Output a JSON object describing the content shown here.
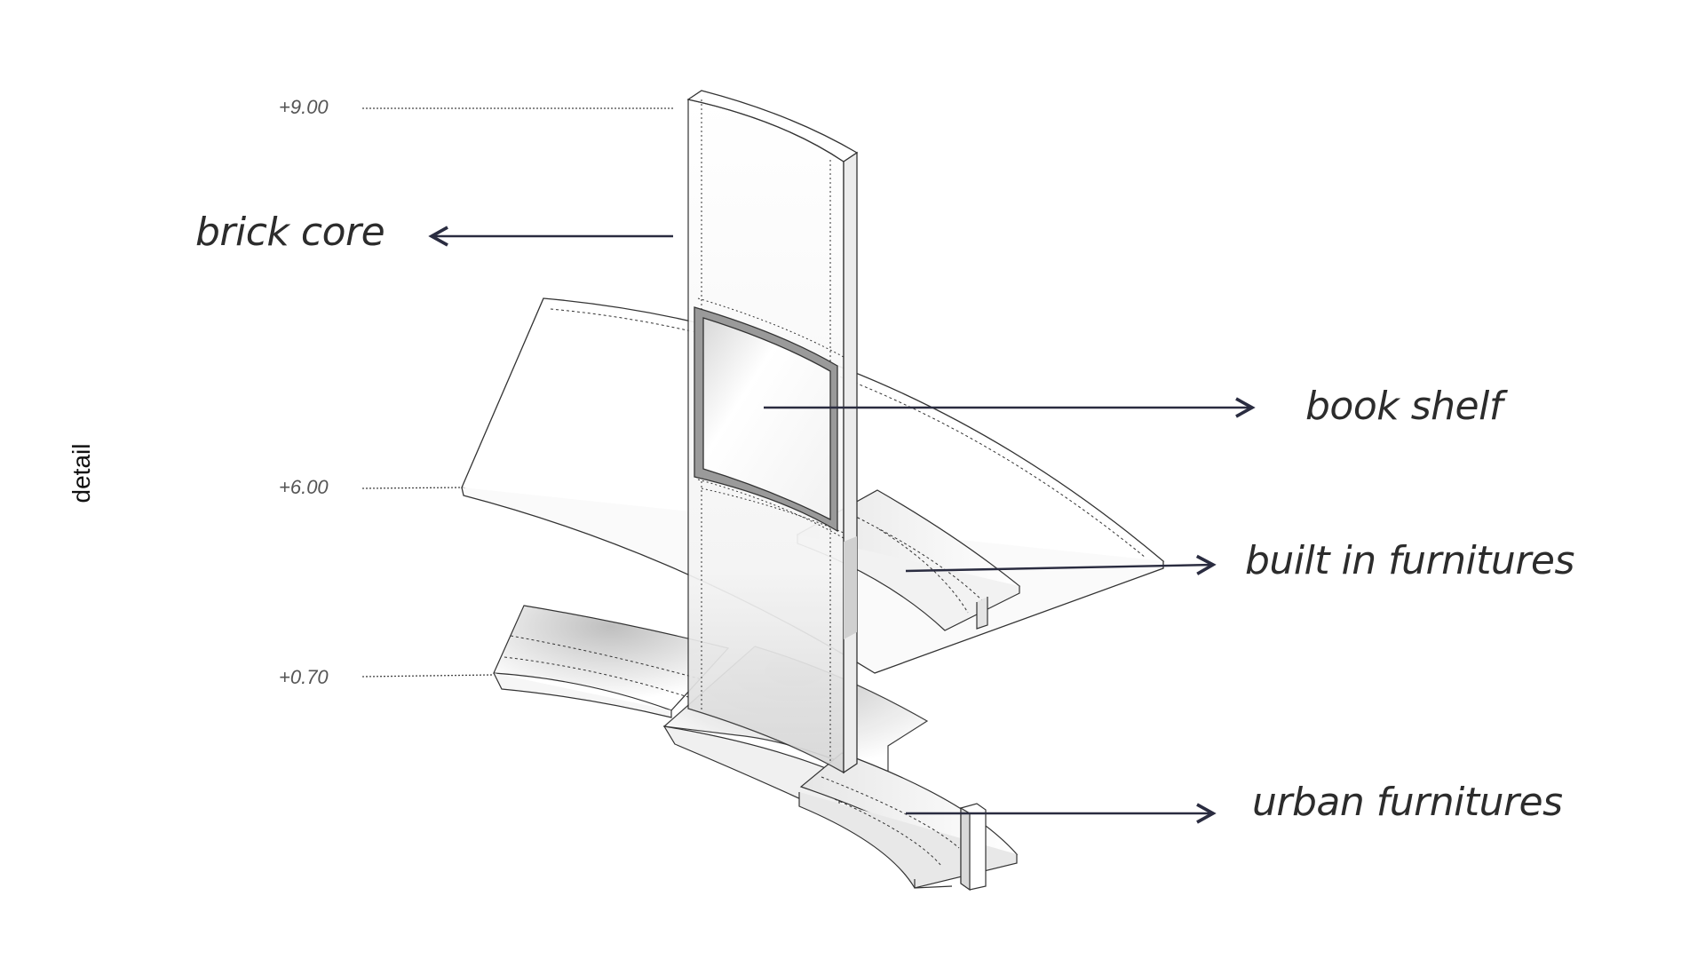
{
  "side_label": "detail",
  "elevations": {
    "top": "+9.00",
    "middle": "+6.00",
    "bottom": "+0.70"
  },
  "callouts": {
    "brick_core": "brick core",
    "book_shelf": "book shelf",
    "built_in": "built in furnitures",
    "urban": "urban furnitures"
  },
  "colors": {
    "line": "#333333",
    "arrow": "#2a2c40",
    "shadow": "#c8c8c8",
    "text": "#2c2c2c"
  }
}
